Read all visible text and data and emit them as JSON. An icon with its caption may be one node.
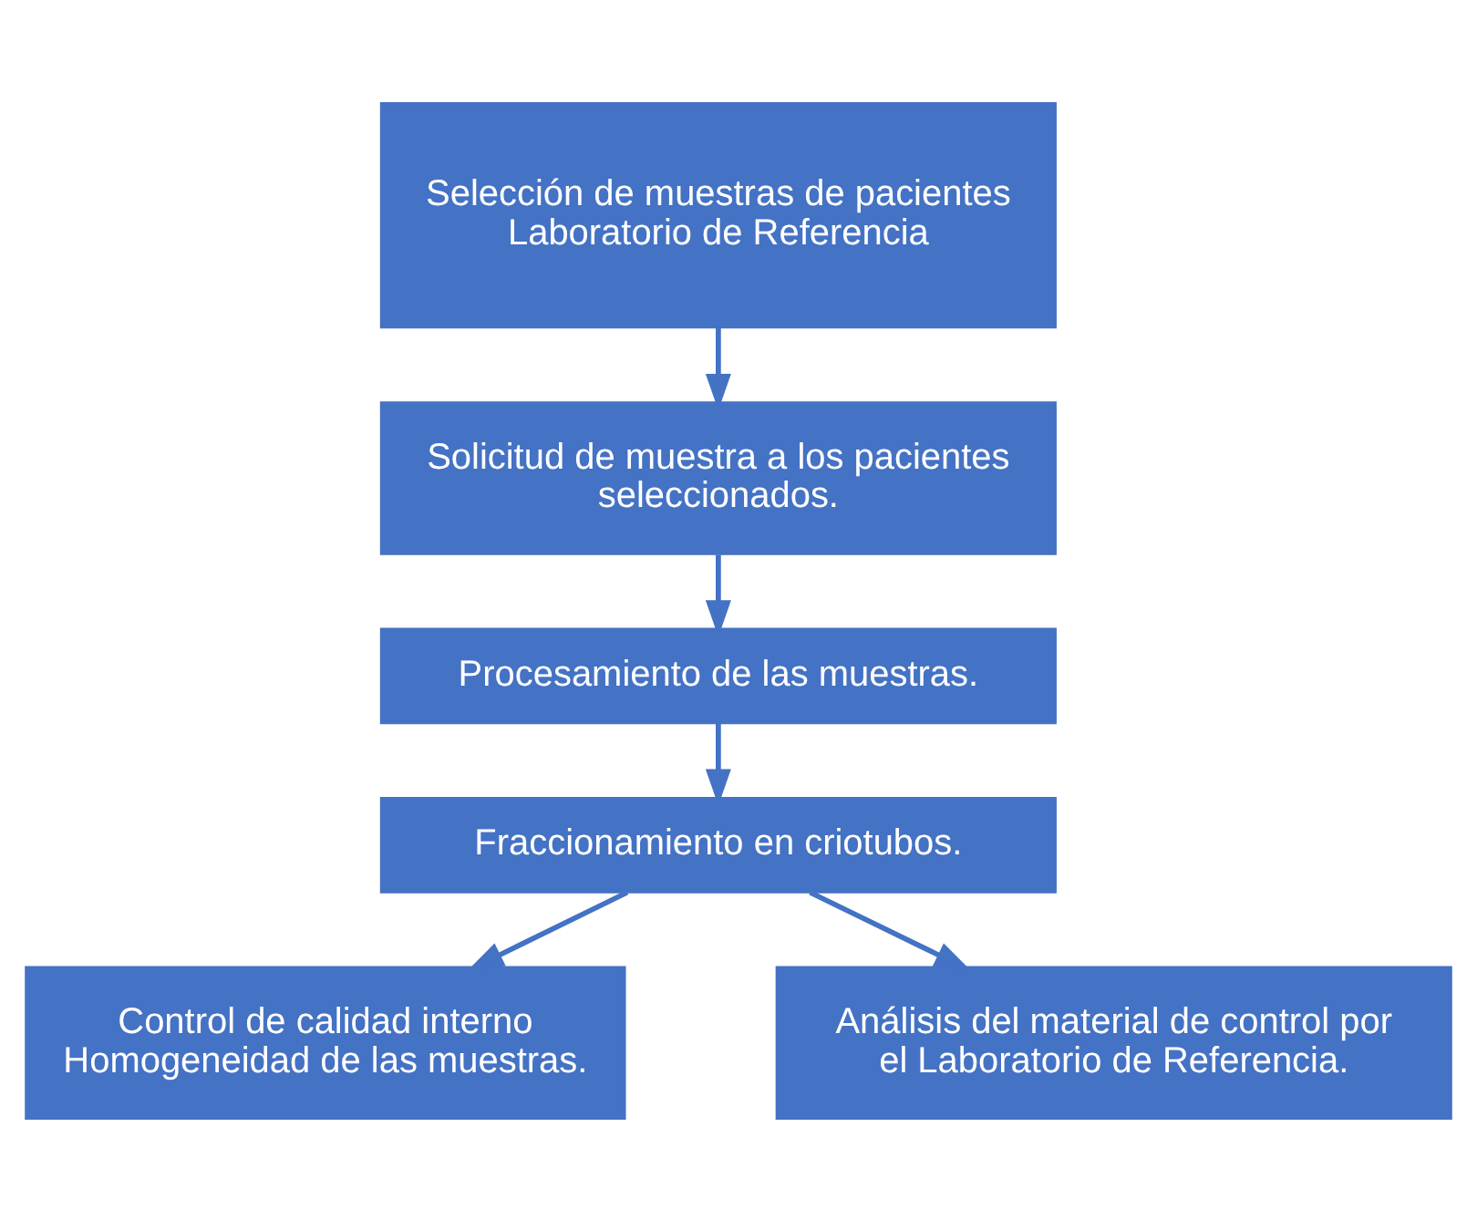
{
  "diagram": {
    "nodes": [
      {
        "text": [
          "Selección de muestras de pacientes Laboratorio de Referencia"
        ]
      },
      {
        "text": [
          "Solicitud de muestra a los pacientes seleccionados."
        ]
      },
      {
        "text": [
          "Procesamiento de las muestras."
        ]
      },
      {
        "text": [
          "Fraccionamiento en criotubos."
        ]
      },
      {
        "text": [
          "Control de calidad interno Homogeneidad de las muestras."
        ]
      },
      {
        "text": [
          "Análisis del material de control por el Laboratorio de Referencia."
        ]
      }
    ],
    "edges": [
      {
        "from": 0,
        "to": 1,
        "arrow": "to"
      },
      {
        "from": 1,
        "to": 2,
        "arrow": "to"
      },
      {
        "from": 2,
        "to": 3,
        "arrow": "to"
      },
      {
        "from": 3,
        "to": 4,
        "arrow": "to"
      },
      {
        "from": 3,
        "to": 5,
        "arrow": "to"
      }
    ]
  }
}
